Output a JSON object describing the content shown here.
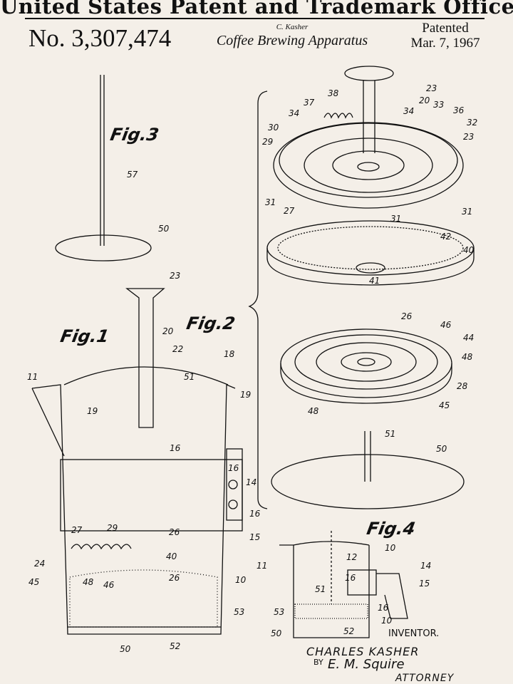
{
  "header": {
    "office": "United States Patent and Trademark Office",
    "patent_number": "No. 3,307,474",
    "inventor_short": "C. Kasher",
    "title": "Coffee Brewing Apparatus",
    "patented_label": "Patented",
    "date": "Mar. 7, 1967"
  },
  "figures": {
    "fig1": "Fig.1",
    "fig2": "Fig.2",
    "fig3": "Fig.3",
    "fig4": "Fig.4"
  },
  "numerals": [
    "57",
    "50",
    "23",
    "22",
    "18",
    "51",
    "20",
    "11",
    "19",
    "19",
    "16",
    "16",
    "14",
    "16",
    "15",
    "27",
    "29",
    "26",
    "40",
    "26",
    "24",
    "45",
    "48",
    "46",
    "10",
    "53",
    "50",
    "52",
    "23",
    "38",
    "37",
    "20",
    "34",
    "34",
    "33",
    "36",
    "32",
    "30",
    "29",
    "23",
    "31",
    "27",
    "31",
    "31",
    "42",
    "40",
    "41",
    "26",
    "46",
    "44",
    "48",
    "28",
    "48",
    "45",
    "51",
    "50",
    "10",
    "12",
    "11",
    "14",
    "16",
    "15",
    "51",
    "53",
    "16",
    "10",
    "52",
    "50"
  ],
  "signature": {
    "inventor_label": "INVENTOR.",
    "inventor_name": "CHARLES KASHER",
    "by": "BY",
    "attorney_name": "E. M. Squire",
    "attorney_label": "ATTORNEY"
  },
  "colors": {
    "paper": "#f4efe8",
    "ink": "#111111"
  }
}
